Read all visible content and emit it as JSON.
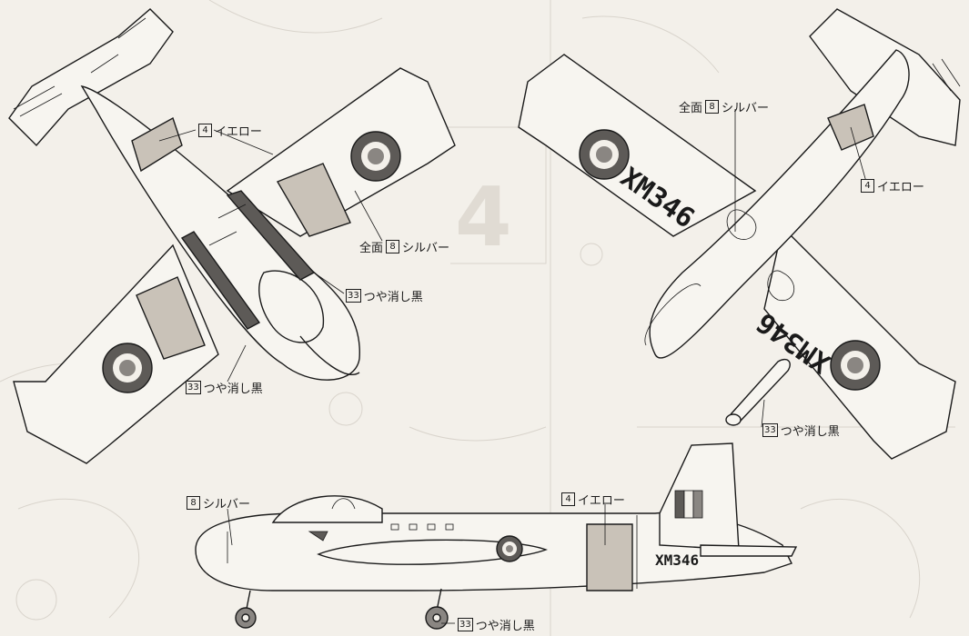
{
  "colors": {
    "ink": "#1a1a1a",
    "paper": "#f3f0ea",
    "yellow_band": "#c9c2b8",
    "roundel_outer": "#5d5a57",
    "roundel_mid": "#f3f0ea",
    "roundel_inner": "#8a8682",
    "faint_background": "#d9d4cc"
  },
  "background_number": "4",
  "serial": "XM346",
  "callouts": {
    "top_view": {
      "yellow": {
        "code": "4",
        "text": "イエロー"
      },
      "silver": {
        "code": "8",
        "text": "シルバー",
        "prefix": "全面"
      },
      "black1": {
        "code": "33",
        "text": "つや消し黒"
      },
      "black2": {
        "code": "33",
        "text": "つや消し黒"
      }
    },
    "bottom_view": {
      "silver": {
        "code": "8",
        "text": "シルバー",
        "prefix": "全面"
      },
      "yellow": {
        "code": "4",
        "text": "イエロー"
      },
      "black": {
        "code": "33",
        "text": "つや消し黒"
      }
    },
    "side_view": {
      "silver": {
        "code": "8",
        "text": "シルバー"
      },
      "yellow": {
        "code": "4",
        "text": "イエロー"
      },
      "black": {
        "code": "33",
        "text": "つや消し黒"
      }
    }
  }
}
